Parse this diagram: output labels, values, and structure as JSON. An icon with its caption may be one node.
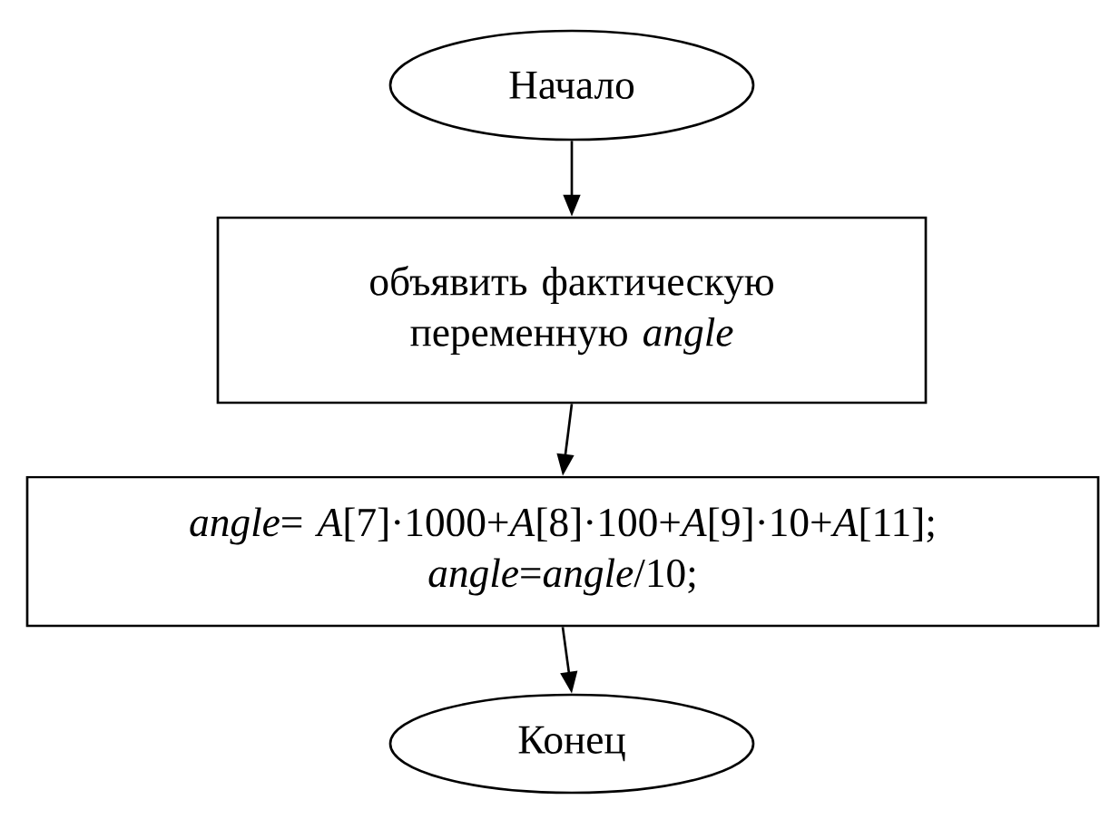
{
  "diagram": {
    "nodes": [
      {
        "text": [
          "Начало"
        ]
      },
      {
        "text": [
          "объявить фактическую переменную *angle*"
        ]
      },
      {
        "text": [
          "*angle*= *A*[7]·1000+*A*[8]·100+*A*[9]·10+*A*[11];",
          "*angle*=*angle*/10;"
        ]
      },
      {
        "text": [
          "Конец"
        ]
      }
    ],
    "edges": [
      {
        "from": 0,
        "to": 1,
        "arrow": "to"
      },
      {
        "from": 1,
        "to": 2,
        "arrow": "to"
      },
      {
        "from": 2,
        "to": 3,
        "arrow": "to"
      }
    ]
  }
}
